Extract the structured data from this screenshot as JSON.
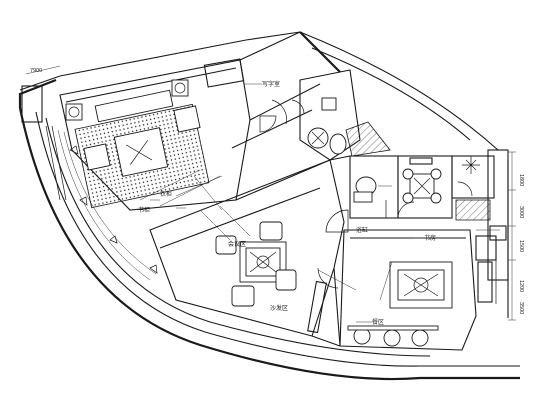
{
  "plan": {
    "labels": {
      "top_room": "写字室",
      "left_mid": "衣柜",
      "left_low": "书柜",
      "center_room": "会议区",
      "right_bath": "浴缸",
      "right_mid_room": "书房",
      "bottom_left_room": "沙发区",
      "bottom_right_room": "餐区"
    },
    "dimensions": {
      "dim_1": "1800",
      "dim_2": "3000",
      "dim_3": "1500",
      "dim_4": "1200",
      "dim_5": "3500",
      "dim_top": "7900"
    }
  }
}
